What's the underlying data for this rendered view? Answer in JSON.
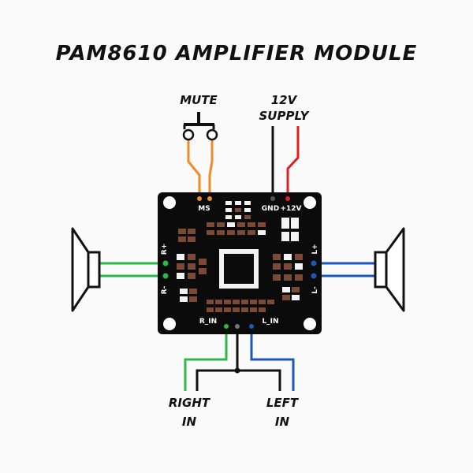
{
  "title": "PAM8610 AMPLIFIER MODULE",
  "labels": {
    "mute": "MUTE",
    "supply_line1": "12V",
    "supply_line2": "SUPPLY",
    "right_in_line1": "RIGHT",
    "right_in_line2": "IN",
    "left_in_line1": "LEFT",
    "left_in_line2": "IN"
  },
  "board_labels": {
    "ms": "MS",
    "gnd": "GND",
    "v12": "+12V",
    "r_plus": "R+",
    "r_minus": "R-",
    "l_plus": "L+",
    "l_minus": "L-",
    "r_in": "R_IN",
    "l_in": "L_IN"
  },
  "colors": {
    "board": "#0b0b0b",
    "wire_orange": "#f08a24",
    "wire_red": "#e02020",
    "wire_black": "#111111",
    "wire_green": "#2db84a",
    "wire_blue": "#1f57b8",
    "component_brown": "#7a4a36",
    "component_white": "#f2f2f2"
  },
  "icons": [
    "push-button-icon",
    "left-speaker-icon",
    "right-speaker-icon",
    "amplifier-chip-icon"
  ]
}
